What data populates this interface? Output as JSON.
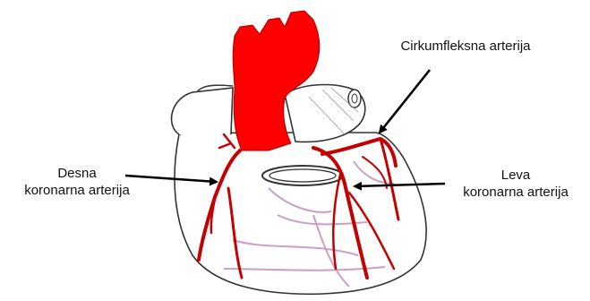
{
  "labels": {
    "circumflex": "Cirkumfleksna arterija",
    "right_coronary_line1": "Desna",
    "right_coronary_line2": "koronarna arterija",
    "left_coronary_line1": "Leva",
    "left_coronary_line2": "koronarna arterija"
  },
  "colors": {
    "aorta": "#ff0000",
    "artery": "#c40000",
    "vein": "#c9a0c4",
    "outline": "#333333",
    "arrow": "#000000"
  }
}
